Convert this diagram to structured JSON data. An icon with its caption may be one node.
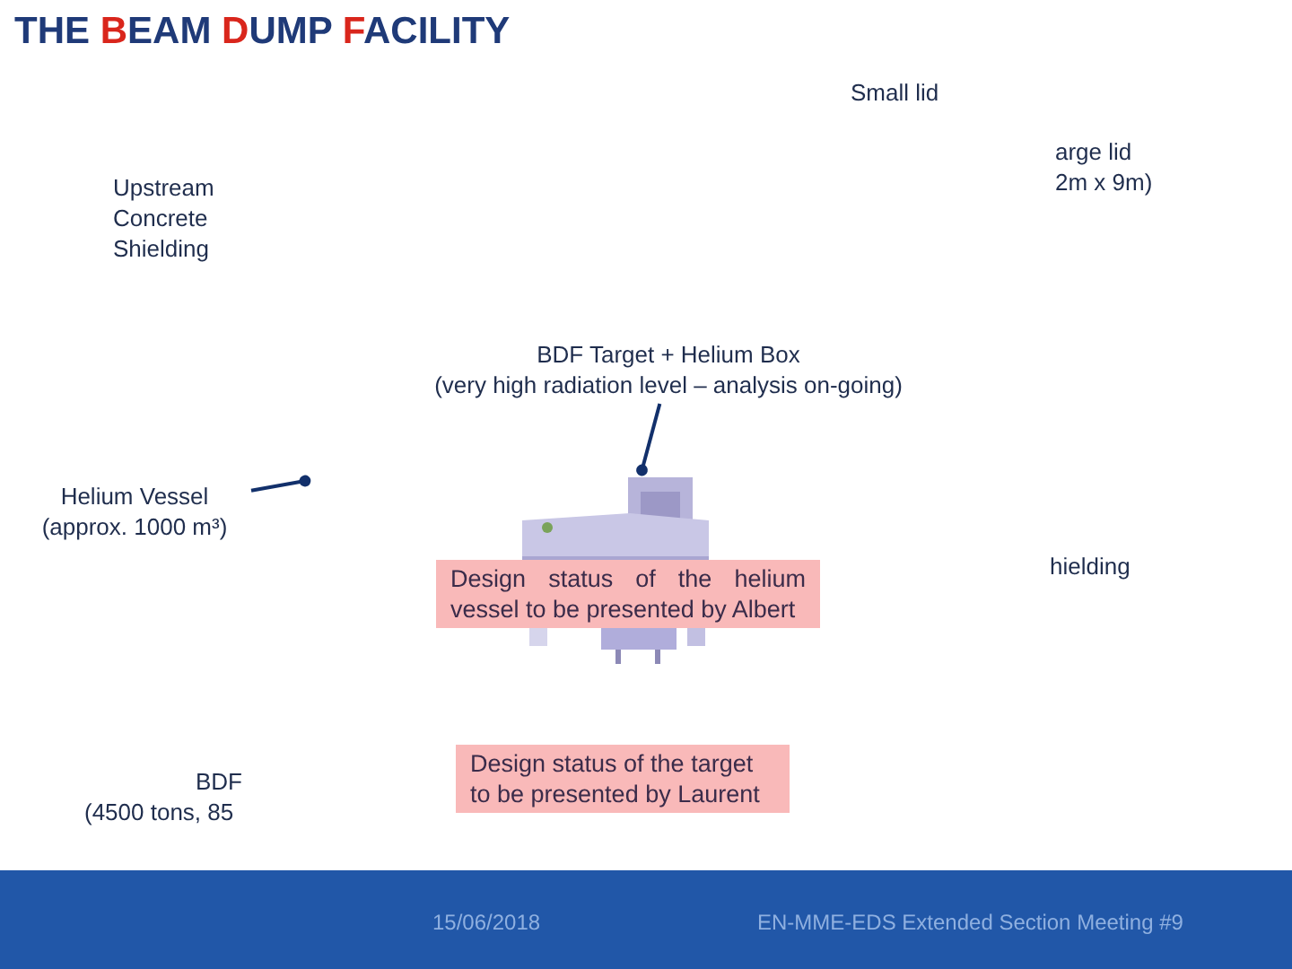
{
  "diagram": {
    "title": "THE BEAM DUMP FACILITY",
    "nodes": [
      {
        "text": [
          "BDF Target + Helium Box",
          "(very high radiation level – analysis on-going)"
        ]
      },
      {
        "text": [
          "Helium Vessel",
          "(approx. 1000 m³)"
        ]
      },
      {
        "text": [],
        "shape": "picture"
      },
      {
        "text": [
          "Design status of the helium vessel to be presented by Albert"
        ]
      },
      {
        "text": [
          "Design status of the target to be presented by Laurent"
        ]
      }
    ],
    "edges": [
      {
        "from": 0,
        "to": 2,
        "arrow": "other"
      },
      {
        "from": 1,
        "to": null,
        "arrow": "other"
      }
    ],
    "labels": [
      "Small lid",
      "arge lid",
      "2m x 9m)",
      "Upstream Concrete Shielding",
      "hielding",
      "BDF",
      "(4500 tons, 85",
      "15/06/2018",
      "EN-MME-EDS Extended Section Meeting #9"
    ]
  }
}
